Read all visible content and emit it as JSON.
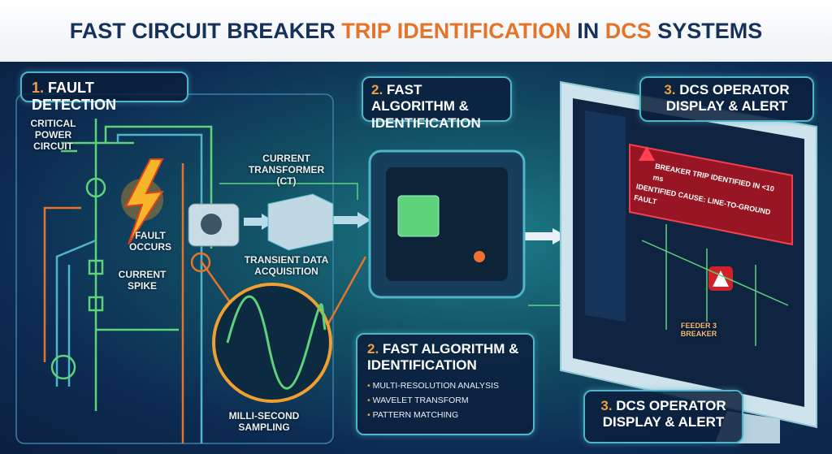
{
  "title": {
    "part1": "FAST CIRCUIT BREAKER ",
    "part2": "TRIP IDENTIFICATION",
    "part3": " IN ",
    "part4": "DCS",
    "part5": " SYSTEMS"
  },
  "section1": {
    "number": "1.",
    "label": "FAULT DETECTION"
  },
  "circuit": {
    "critical": "CRITICAL POWER CIRCUIT",
    "fault": "FAULT OCCURS",
    "spike": "CURRENT SPIKE"
  },
  "ct": {
    "label": "CURRENT TRANSFORMER (CT)",
    "acquisition": "TRANSIENT DATA ACQUISITION",
    "sampling": "MILLI-SECOND SAMPLING"
  },
  "section2": {
    "number": "2.",
    "label": "FAST ALGORITHM & IDENTIFICATION"
  },
  "section2_detail": {
    "number": "2.",
    "label": "FAST ALGORITHM & IDENTIFICATION",
    "bullets": [
      "MULTI-RESOLUTION ANALYSIS",
      "WAVELET TRANSFORM",
      "PATTERN MATCHING"
    ]
  },
  "section3": {
    "number": "3.",
    "label": "DCS OPERATOR DISPLAY & ALERT"
  },
  "section3_detail": {
    "number": "3.",
    "label": "DCS OPERATOR DISPLAY & ALERT"
  },
  "alert": {
    "line1": "BREAKER TRIP IDENTIFIED IN <10 ms",
    "line2": "IDENTIFIED CAUSE: LINE-TO-GROUND FAULT",
    "feeder": "FEEDER 3 BREAKER"
  },
  "colors": {
    "navy": "#16325c",
    "orange": "#e5742a",
    "cyan": "#4fb6c9",
    "green": "#5fd37a",
    "alert_red": "#d0202a"
  }
}
